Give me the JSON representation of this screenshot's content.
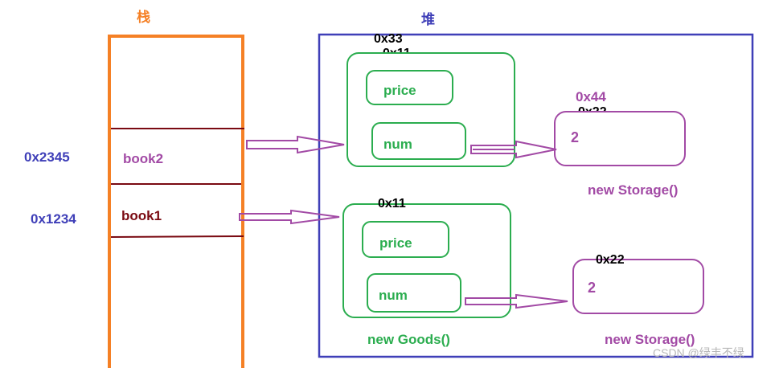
{
  "stack_title": "栈",
  "heap_title": "堆",
  "stack": {
    "slots": [
      {
        "address": "0x2345",
        "name": "book2"
      },
      {
        "address": "0x1234",
        "name": "book1"
      }
    ]
  },
  "heap": {
    "goods": [
      {
        "address": "0x33",
        "overwritten_address": "0x11",
        "fields": [
          "price",
          "num"
        ]
      },
      {
        "address": "0x11",
        "fields": [
          "price",
          "num"
        ],
        "caption": "new Goods()"
      }
    ],
    "storage": [
      {
        "address": "0x44",
        "overwritten_address": "0x22",
        "value": "2",
        "caption": "new Storage()"
      },
      {
        "address": "0x22",
        "value": "2",
        "caption": "new Storage()"
      }
    ]
  },
  "watermark": "CSDN @绿丰不绿",
  "colors": {
    "stack_border": "#f58025",
    "heap_border": "#3f3fb8",
    "object_border": "#2bad4f",
    "storage_border": "#a24aa5",
    "divider": "#7a0a12",
    "arrow": "#a24aa5",
    "address_text": "#3f3fb8",
    "field_text": "#2bad4f"
  }
}
